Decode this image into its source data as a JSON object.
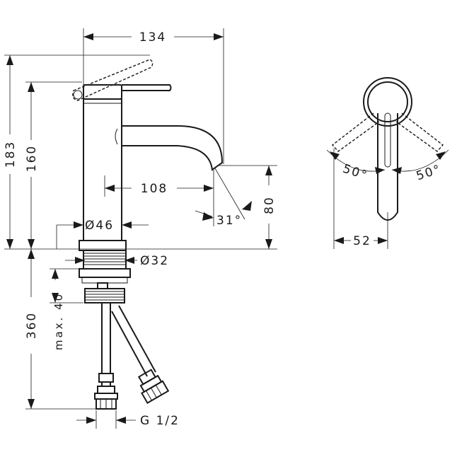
{
  "dimensions": {
    "width_134": "134",
    "height_183": "183",
    "height_160": "160",
    "reach_108": "108",
    "height_80": "80",
    "angle_31": "31°",
    "dia_46": "Ø46",
    "dia_32": "Ø32",
    "depth_360": "360",
    "max_40": "max. 40",
    "thread": "G 1/2",
    "angle_left_50": "50°",
    "angle_right_50": "50°",
    "width_52": "52"
  },
  "colors": {
    "line": "#1a1a1a",
    "background": "#ffffff"
  }
}
